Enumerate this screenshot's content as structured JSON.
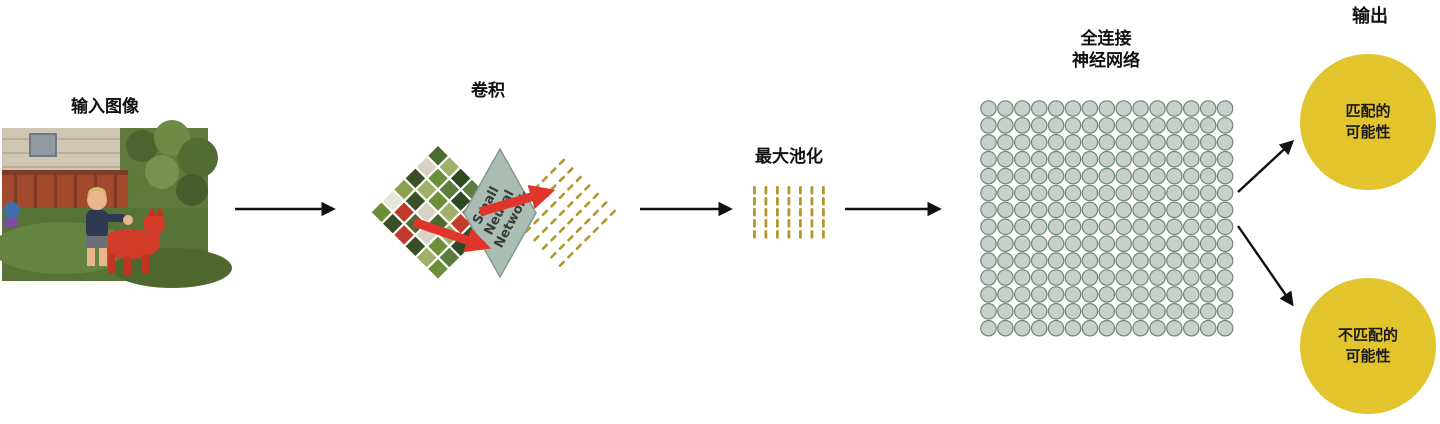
{
  "labels": {
    "input": "输入图像",
    "conv": "卷积",
    "maxpool": "最大池化",
    "fc_line1": "全连接",
    "fc_line2": "神经网络",
    "output": "输出"
  },
  "small_nn": {
    "line1": "Small",
    "line2": "Neural",
    "line3": "Network"
  },
  "outputs": {
    "match": {
      "line1": "匹配的",
      "line2": "可能性"
    },
    "nomatch": {
      "line1": "不匹配的",
      "line2": "可能性"
    }
  },
  "grids": {
    "fc": {
      "rows": 14,
      "cols": 15
    },
    "maxpool": {
      "rows": 5,
      "cols": 7
    },
    "conv_tiles": {
      "rows": 6,
      "cols": 6
    },
    "conv_dashes": {
      "rows": 7,
      "cols": 7
    }
  },
  "colors": {
    "arrow_black": "#111111",
    "arrow_red": "#e0352b",
    "neuron_fill": "#c6d1ca",
    "neuron_stroke": "#71847c",
    "dash_yellow": "#b3972b",
    "output_yellow": "#e2c42d",
    "nn_diamond_fill": "#a9bdb3",
    "nn_diamond_stroke": "#87988f",
    "tile_palette": [
      "#4a6b2f",
      "#6e8f3a",
      "#2f4a22",
      "#8aa04e",
      "#c23b2a",
      "#d8d2c4",
      "#7a5b3a",
      "#9fb06a",
      "#e3e7da",
      "#5b7d3d",
      "#394f28",
      "#a8b97e"
    ]
  }
}
